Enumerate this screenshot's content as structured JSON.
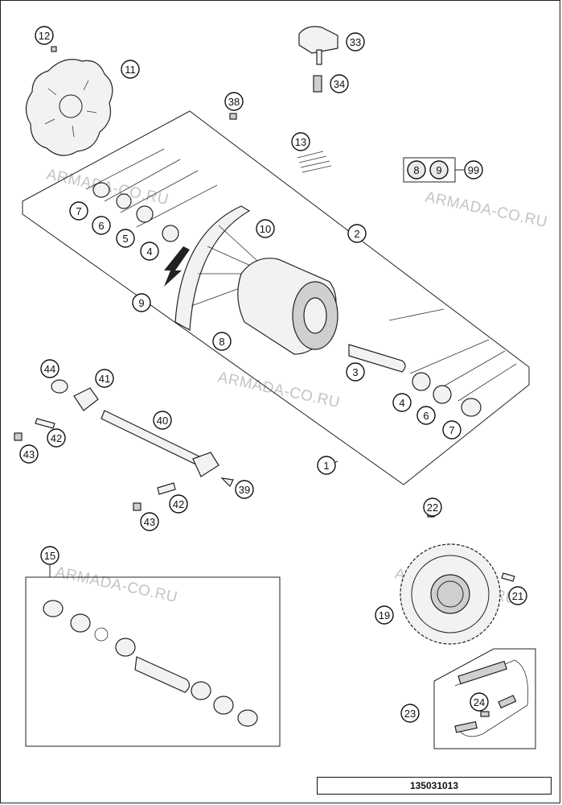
{
  "callouts": [
    {
      "id": "c12",
      "label": "12"
    },
    {
      "id": "c11",
      "label": "11"
    },
    {
      "id": "c33",
      "label": "33"
    },
    {
      "id": "c34",
      "label": "34"
    },
    {
      "id": "c38",
      "label": "38"
    },
    {
      "id": "c13",
      "label": "13"
    },
    {
      "id": "c8a",
      "label": "8"
    },
    {
      "id": "c9a",
      "label": "9"
    },
    {
      "id": "c99",
      "label": "99"
    },
    {
      "id": "c7a",
      "label": "7"
    },
    {
      "id": "c6a",
      "label": "6"
    },
    {
      "id": "c5",
      "label": "5"
    },
    {
      "id": "c4a",
      "label": "4"
    },
    {
      "id": "c10",
      "label": "10"
    },
    {
      "id": "c2",
      "label": "2"
    },
    {
      "id": "c9b",
      "label": "9"
    },
    {
      "id": "c8b",
      "label": "8"
    },
    {
      "id": "c3",
      "label": "3"
    },
    {
      "id": "c4b",
      "label": "4"
    },
    {
      "id": "c6b",
      "label": "6"
    },
    {
      "id": "c7b",
      "label": "7"
    },
    {
      "id": "c44",
      "label": "44"
    },
    {
      "id": "c41",
      "label": "41"
    },
    {
      "id": "c40",
      "label": "40"
    },
    {
      "id": "c42a",
      "label": "42"
    },
    {
      "id": "c43a",
      "label": "43"
    },
    {
      "id": "c1",
      "label": "1"
    },
    {
      "id": "c39",
      "label": "39"
    },
    {
      "id": "c42b",
      "label": "42"
    },
    {
      "id": "c43b",
      "label": "43"
    },
    {
      "id": "c22",
      "label": "22"
    },
    {
      "id": "c15",
      "label": "15"
    },
    {
      "id": "c21",
      "label": "21"
    },
    {
      "id": "c19",
      "label": "19"
    },
    {
      "id": "c24",
      "label": "24"
    },
    {
      "id": "c23",
      "label": "23"
    }
  ],
  "watermark": "ARMADA-CO.RU",
  "diagram_code": "135031013"
}
